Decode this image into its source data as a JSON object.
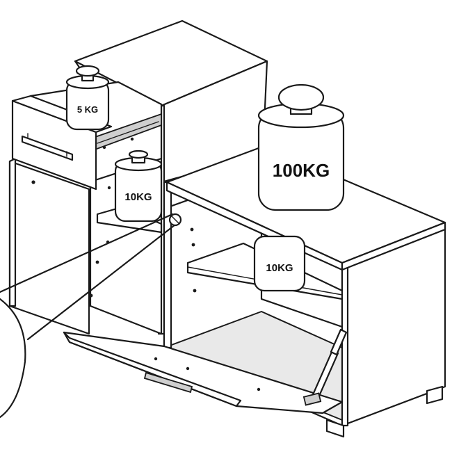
{
  "weights": {
    "drawer_weight": "5 KG",
    "upper_shelf_weight": "10KG",
    "top_weight": "100KG",
    "lower_shelf_weight": "10KG"
  },
  "colors": {
    "line": "#1a1a1a",
    "background": "#ffffff"
  }
}
